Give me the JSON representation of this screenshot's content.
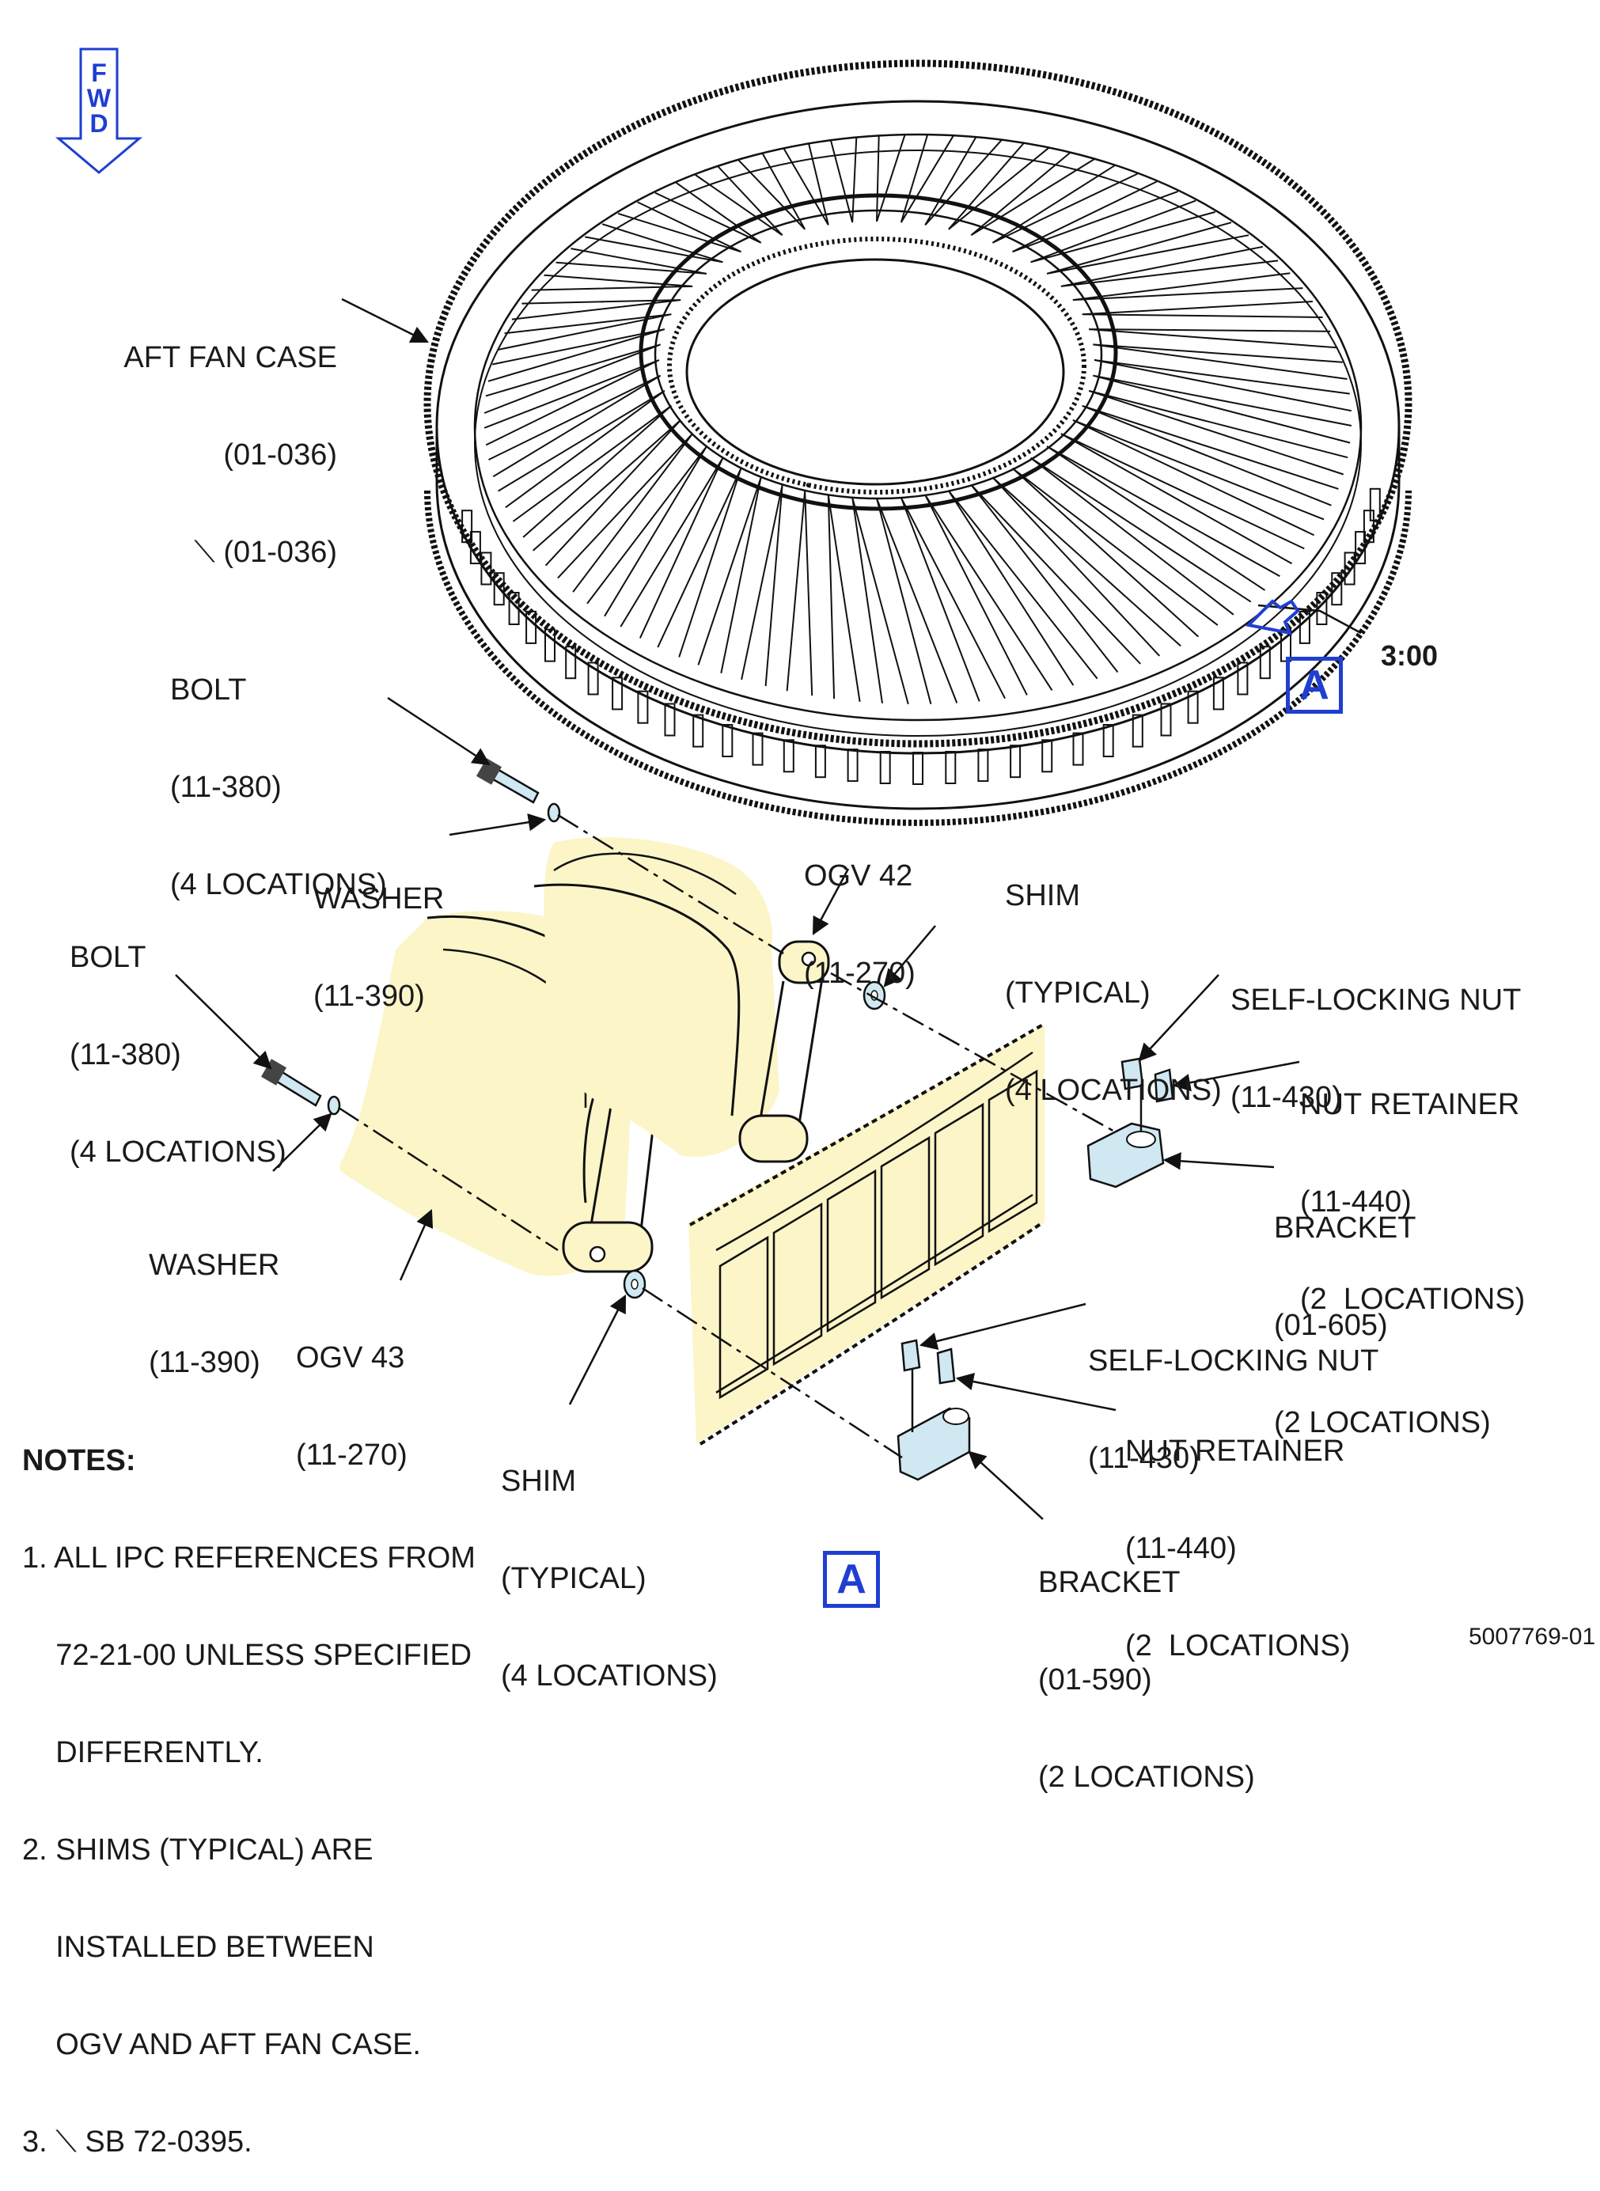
{
  "fwd": {
    "letters": [
      "F",
      "W",
      "D"
    ],
    "color": "#1f3fd1"
  },
  "view_marker": "A",
  "view_label": "A",
  "clock_position": "3:00",
  "colors": {
    "highlight": "#fbf5c8",
    "hardware": "#cfe8f1",
    "accent": "#1f3fd1"
  },
  "callouts": {
    "aft_fan_case": {
      "name": "AFT FAN CASE",
      "ref": "(01-036)",
      "ref2": "⟍ (01-036)"
    },
    "bolt_upper": {
      "name": "BOLT",
      "ref": "(11-380)",
      "qty": "(4 LOCATIONS)"
    },
    "washer_upper": {
      "name": "WASHER",
      "ref": "(11-390)"
    },
    "ogv_42": {
      "name": "OGV 42",
      "ref": "(11-270)"
    },
    "shim_upper": {
      "name": "SHIM",
      "note": "(TYPICAL)",
      "qty": "(4 LOCATIONS)"
    },
    "bolt_lower": {
      "name": "BOLT",
      "ref": "(11-380)",
      "qty": "(4 LOCATIONS)"
    },
    "nut_upper": {
      "name": "SELF-LOCKING NUT",
      "ref": "(11-430)"
    },
    "retainer_upper": {
      "name": "NUT RETAINER",
      "ref": "(11-440)",
      "qty": "(2  LOCATIONS)"
    },
    "bracket_upper": {
      "name": "BRACKET",
      "ref": "(01-605)",
      "qty": "(2 LOCATIONS)"
    },
    "washer_lower": {
      "name": "WASHER",
      "ref": "(11-390)"
    },
    "ogv_43": {
      "name": "OGV 43",
      "ref": "(11-270)"
    },
    "nut_lower": {
      "name": "SELF-LOCKING NUT",
      "ref": "(11-430)"
    },
    "retainer_lower": {
      "name": "NUT RETAINER",
      "ref": "(11-440)",
      "qty": "(2  LOCATIONS)"
    },
    "shim_lower": {
      "name": "SHIM",
      "note": "(TYPICAL)",
      "qty": "(4 LOCATIONS)"
    },
    "bracket_lower": {
      "name": "BRACKET",
      "ref": "(01-590)",
      "qty": "(2 LOCATIONS)"
    }
  },
  "notes": {
    "heading": "NOTES:",
    "items": [
      [
        "1. ALL IPC REFERENCES FROM",
        "    72-21-00 UNLESS SPECIFIED",
        "    DIFFERENTLY."
      ],
      [
        "2. SHIMS (TYPICAL) ARE",
        "    INSTALLED BETWEEN",
        "    OGV AND AFT FAN CASE."
      ],
      [
        "3. ⟍ SB 72-0395."
      ]
    ]
  },
  "document_number": "5007769-01"
}
